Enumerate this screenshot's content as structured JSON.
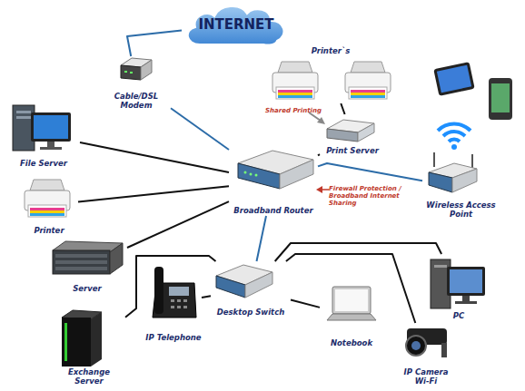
{
  "diagram": {
    "nodes": [
      {
        "text": [
          "INTERNET"
        ]
      },
      {
        "text": [
          "Cable/DSL Modem"
        ]
      },
      {
        "text": [
          "Printer`s"
        ]
      },
      {
        "text": [
          "Print Server"
        ]
      },
      {
        "text": [
          "File Server"
        ]
      },
      {
        "text": [
          "Broadband Router"
        ]
      },
      {
        "text": [
          "Wireless Access Point"
        ]
      },
      {
        "text": [
          "Printer"
        ]
      },
      {
        "text": [
          "Server"
        ]
      },
      {
        "text": [
          "Desktop Switch"
        ]
      },
      {
        "text": [
          "IP Telephone"
        ]
      },
      {
        "text": [
          "Notebook"
        ]
      },
      {
        "text": [
          "PC"
        ]
      },
      {
        "text": [
          "IP Camera Wi-Fi"
        ]
      },
      {
        "text": [
          "Exchange Server"
        ]
      }
    ],
    "edges": [
      {
        "from": 0,
        "to": 1,
        "arrow": "none"
      },
      {
        "from": 1,
        "to": 5,
        "arrow": "none"
      },
      {
        "from": 2,
        "to": 3,
        "arrow": "none"
      },
      {
        "from": 5,
        "to": 3,
        "arrow": "none"
      },
      {
        "from": 4,
        "to": 5,
        "arrow": "none"
      },
      {
        "from": 7,
        "to": 5,
        "arrow": "none"
      },
      {
        "from": 8,
        "to": 5,
        "arrow": "none"
      },
      {
        "from": 5,
        "to": 6,
        "arrow": "none"
      },
      {
        "from": 5,
        "to": 9,
        "arrow": "none"
      },
      {
        "from": 9,
        "to": 10,
        "arrow": "none"
      },
      {
        "from": 9,
        "to": 11,
        "arrow": "none"
      },
      {
        "from": 9,
        "to": 12,
        "arrow": "none"
      },
      {
        "from": 9,
        "to": 13,
        "arrow": "none"
      },
      {
        "from": 14,
        "to": 9,
        "arrow": "none"
      }
    ],
    "labels": [
      "Shared Printing",
      "Firewall Protection / Broadband Internet Sharing"
    ]
  }
}
